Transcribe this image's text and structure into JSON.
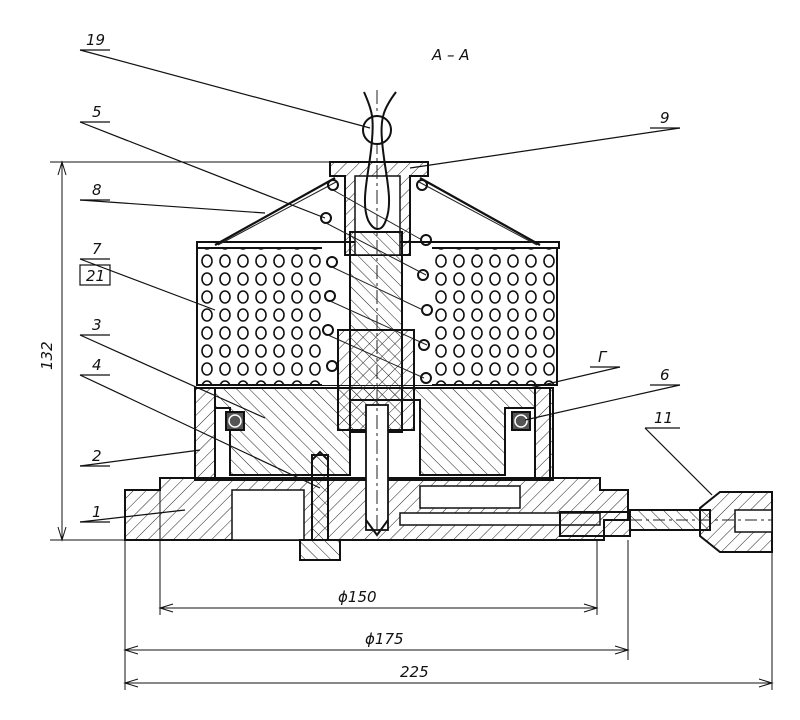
{
  "section_title": "А – А",
  "callouts": [
    {
      "id": "19",
      "text": "19"
    },
    {
      "id": "5",
      "text": "5"
    },
    {
      "id": "9",
      "text": "9"
    },
    {
      "id": "8",
      "text": "8"
    },
    {
      "id": "7",
      "text": "7"
    },
    {
      "id": "21",
      "text": "21"
    },
    {
      "id": "3",
      "text": "3"
    },
    {
      "id": "4",
      "text": "4"
    },
    {
      "id": "2",
      "text": "2"
    },
    {
      "id": "1",
      "text": "1"
    },
    {
      "id": "G",
      "text": "Г"
    },
    {
      "id": "6",
      "text": "6"
    },
    {
      "id": "11",
      "text": "11"
    }
  ],
  "dimensions": {
    "height": "132",
    "d150": "ϕ150",
    "d175": "ϕ175",
    "width225": "225"
  }
}
